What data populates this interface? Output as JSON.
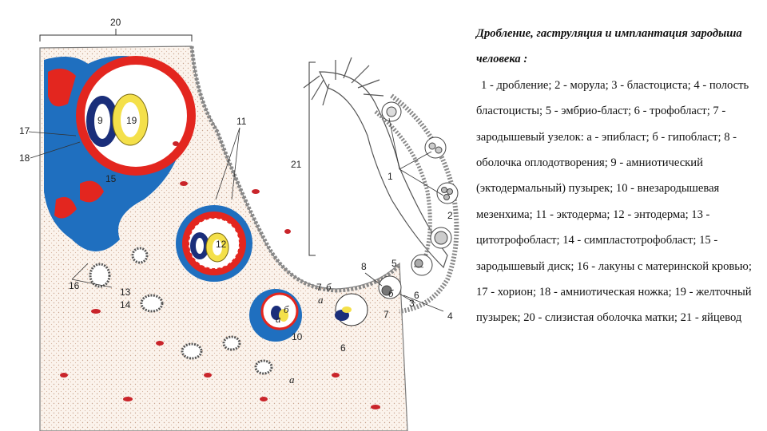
{
  "caption": {
    "title": "Дробление, гаструляция и имплантация зародыша человека :",
    "body": "1 - дробление; 2 - морула; 3 - бластоциста; 4 - полость бластоцисты; 5 - эмбрио-бласт; 6 - трофобласт; 7 - зародышевый узелок: а - эпибласт; б - гипобласт; 8 - оболочка оплодотворения; 9 - амниотический (эктодермальный) пузырек; 10 - внезародышевая мезенхима; 11 - эктодерма; 12 - энтодерма; 13 - цитотрофобласт; 14 - симпластотрофобласт; 15 - зародышевый диск; 16 - лакуны с материнской кровью; 17 - хорион; 18 - амниотическая ножка; 19 - желточный пузырек; 20 - слизистая оболочка матки; 21 - яйцевод"
  },
  "figure": {
    "labels": {
      "n1": "1",
      "n2": "2",
      "n3": "3",
      "n4": "4",
      "n5": "5",
      "n6": "6",
      "n6b": "6",
      "n7": "7",
      "n7b": "7",
      "n8": "8",
      "n9": "9",
      "n10": "10",
      "n11": "11",
      "n12": "12",
      "n13": "13",
      "n14": "14",
      "n15": "15",
      "n16": "16",
      "n17": "17",
      "n18": "18",
      "n19": "19",
      "n20": "20",
      "n21": "21",
      "b1": "б",
      "b2": "б",
      "b3": "б",
      "a1": "а",
      "a2": "а",
      "a3": "а"
    },
    "colors": {
      "blue": "#1f6fbf",
      "red": "#e3261f",
      "yellow": "#f4e04a",
      "navy": "#1a2e7a",
      "stipple": "#f3e6dc",
      "line": "#555555"
    }
  }
}
